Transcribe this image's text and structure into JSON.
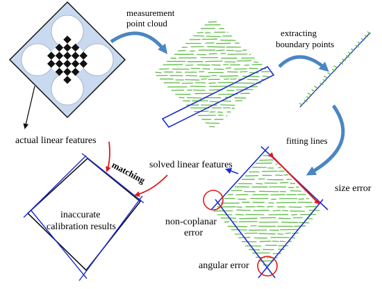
{
  "labels": {
    "measurement_point_cloud": [
      "measurement",
      "point cloud"
    ],
    "extracting_boundary_points": [
      "extracting",
      "boundary points"
    ],
    "fitting_lines": "fitting lines",
    "actual_linear_features": "actual linear features",
    "matching": "matching",
    "solved_linear_features": "solved linear features",
    "inaccurate_calibration_results": [
      "inaccurate",
      "calibration results"
    ],
    "size_error": "size error",
    "non_coplanar_error": [
      "non-coplanar",
      "error"
    ],
    "angular_error": "angular error"
  },
  "colors": {
    "board_fill": "#c9d9ef",
    "board_border": "#111111",
    "circle_fill": "#ffffff",
    "checker_dark": "#111111",
    "point_cloud": "#5dbb46",
    "fit_line": "#1a2bd0",
    "error_marker": "#e01818",
    "flow_arrow": "#4a86c2",
    "black_frame": "#111111"
  },
  "icons": {
    "flow_arrows": "curved-arrow-icon",
    "error_circles": "circle-highlight-icon"
  }
}
